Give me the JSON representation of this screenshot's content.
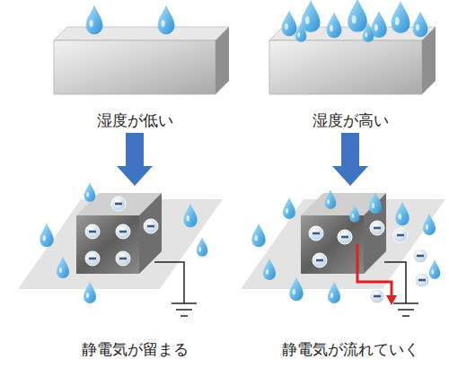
{
  "diagram": {
    "nodes": [
      {
        "text": [
          "湿度が低い"
        ]
      },
      {
        "text": [
          "湿度が高い"
        ]
      },
      {
        "text": [
          "静電気が留まる"
        ]
      },
      {
        "text": [
          "静電気が流れていく"
        ]
      }
    ],
    "edges": [
      {
        "from": 0,
        "to": 2,
        "arrow": "to"
      },
      {
        "from": 1,
        "to": 3,
        "arrow": "to"
      }
    ]
  }
}
